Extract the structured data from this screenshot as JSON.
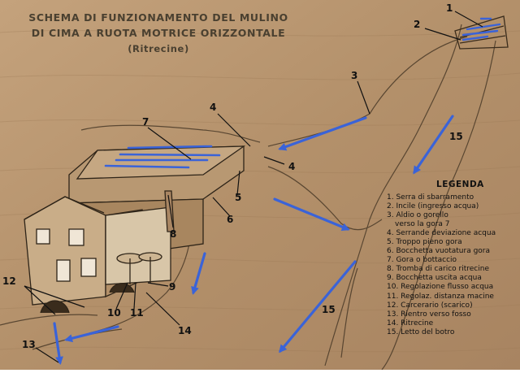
{
  "title": {
    "line1": "SCHEMA DI FUNZIONAMENTO DEL MULINO",
    "line2": "DI CIMA A RUOTA MOTRICE ORIZZONTALE",
    "line3": "(Ritrecine)"
  },
  "legend": {
    "heading": "LEGENDA",
    "items": [
      "1. Serra di sbarramento",
      "2. Incile (ingresso acqua)",
      "3. Aldio o gorello",
      "verso la gora 7",
      "4. Serrande deviazione acqua",
      "5. Troppo pieno gora",
      "6. Bocchetta vuotatura gora",
      "7. Gora o bottaccio",
      "8. Tromba di carico ritrecine",
      "9. Bocchetta uscita acqua",
      "10. Regolazione flusso acqua",
      "11. Regolaz. distanza macine",
      "12. Carcerario (scarico)",
      "13. Rientro verso fosso",
      "14. Ritrecine",
      "15. Letto del botro"
    ]
  },
  "callouts": {
    "n1": "1",
    "n2": "2",
    "n3": "3",
    "n4a": "4",
    "n4b": "4",
    "n5": "5",
    "n6": "6",
    "n7": "7",
    "n8": "8",
    "n9": "9",
    "n10": "10",
    "n11": "11",
    "n12": "12",
    "n13": "13",
    "n14": "14",
    "n15a": "15",
    "n15b": "15"
  },
  "colors": {
    "wood": "#b08c65",
    "wood_light": "#c8a884",
    "water_arrow": "#3a63d8",
    "ink": "#111111",
    "title_ink": "#4a4030"
  }
}
